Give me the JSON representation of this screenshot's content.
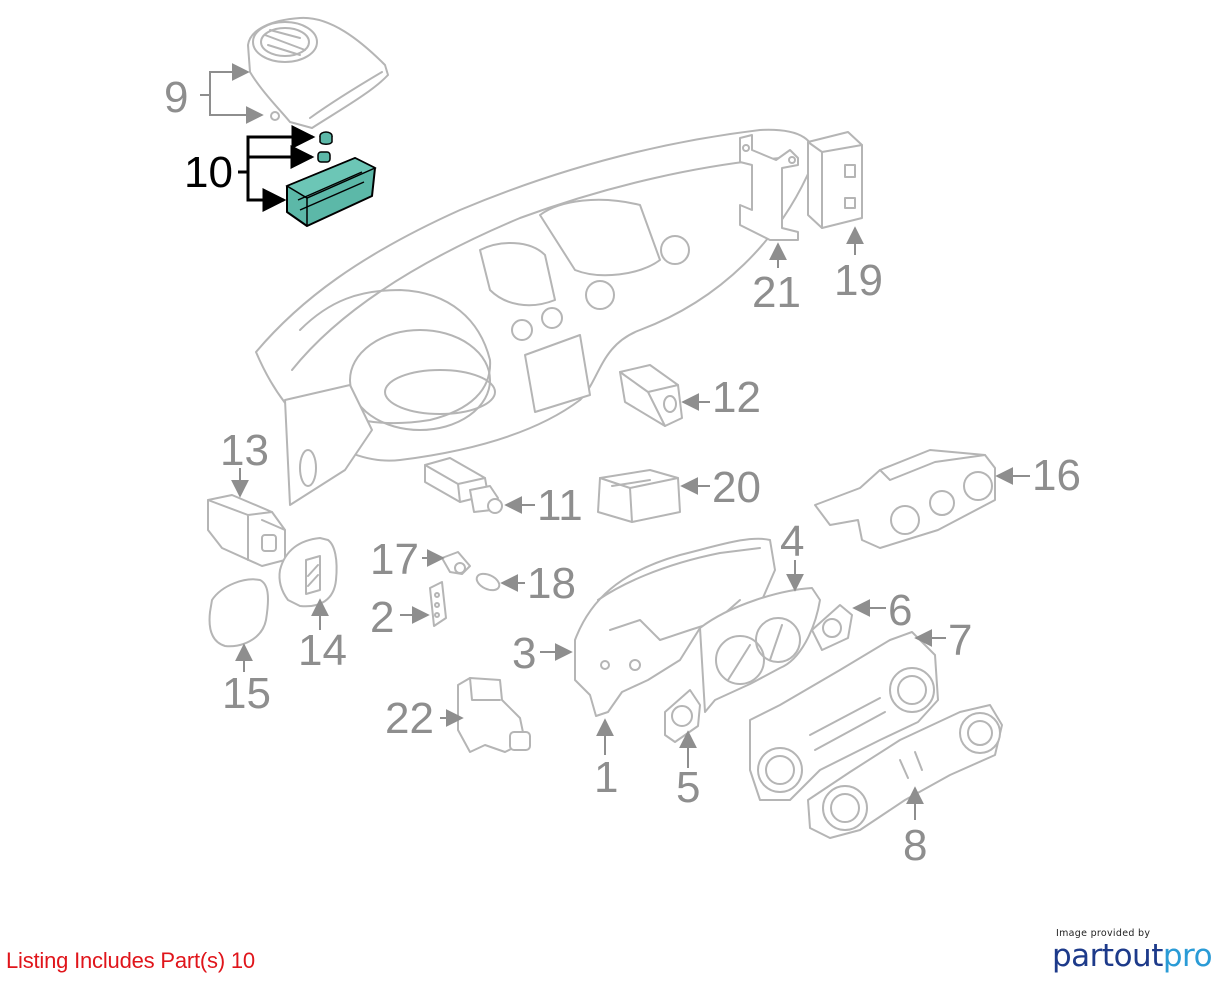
{
  "diagram": {
    "callouts": [
      "1",
      "2",
      "3",
      "4",
      "5",
      "6",
      "7",
      "8",
      "9",
      "10",
      "11",
      "12",
      "13",
      "14",
      "15",
      "16",
      "17",
      "18",
      "19",
      "20",
      "21",
      "22"
    ],
    "highlighted_callout": "10",
    "highlight_color": "#5cb8a8",
    "label_color": "#8e8e8e",
    "line_color": "#b5b5b5"
  },
  "footer": {
    "listing_note": "Listing Includes Part(s) 10",
    "provider_caption": "Image provided by",
    "logo": {
      "part": "part",
      "out": "out",
      "pro": "pro"
    }
  },
  "colors": {
    "note": "#e0151b",
    "logo_dark": "#1d3a8a",
    "logo_light": "#2a9bd6"
  }
}
